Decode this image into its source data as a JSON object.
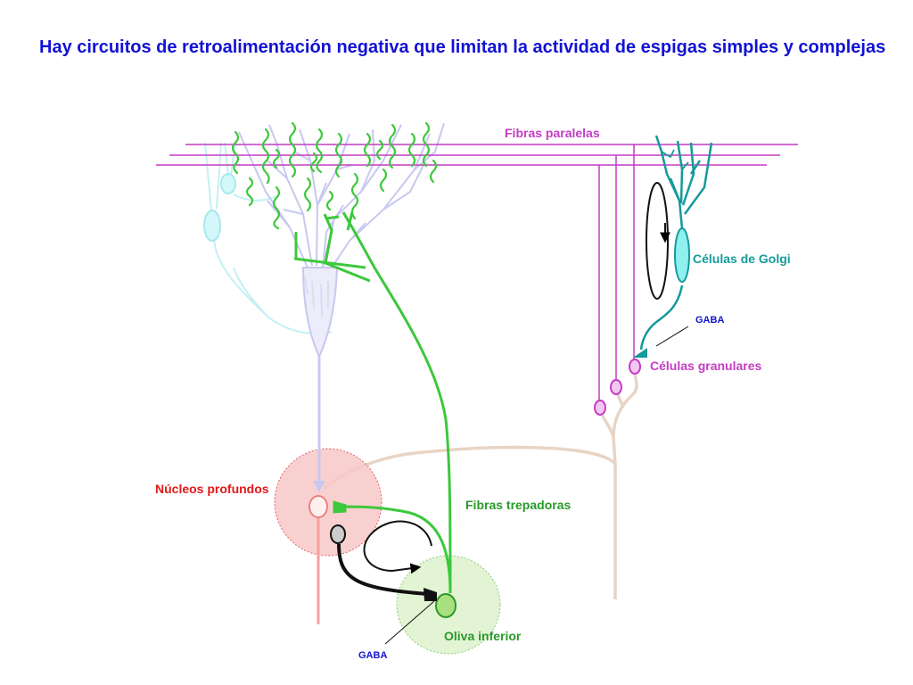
{
  "title": "Hay circuitos de retroalimentación negativa que limitan la actividad de espigas simples y complejas",
  "labels": {
    "parallel_fibers": "Fibras paralelas",
    "golgi_cells": "Células de Golgi",
    "gaba_golgi": "GABA",
    "granule_cells": "Células granulares",
    "deep_nuclei": "Núcleos profundos",
    "climbing_fibers": "Fibras trepadoras",
    "inferior_olive": "Oliva inferior",
    "gaba_olive": "GABA"
  },
  "colors": {
    "title": "#1212d4",
    "parallel_fibers": "#c43cc4",
    "golgi": "#169a9a",
    "deep_nuclei": "#e01818",
    "climbing_fibers": "#2a9a2a",
    "gaba": "#1212d4",
    "purkinje": "#c8c8f0",
    "mossy_fiber": "#e8d4c4",
    "basket_cell": "#c4f0f4"
  }
}
